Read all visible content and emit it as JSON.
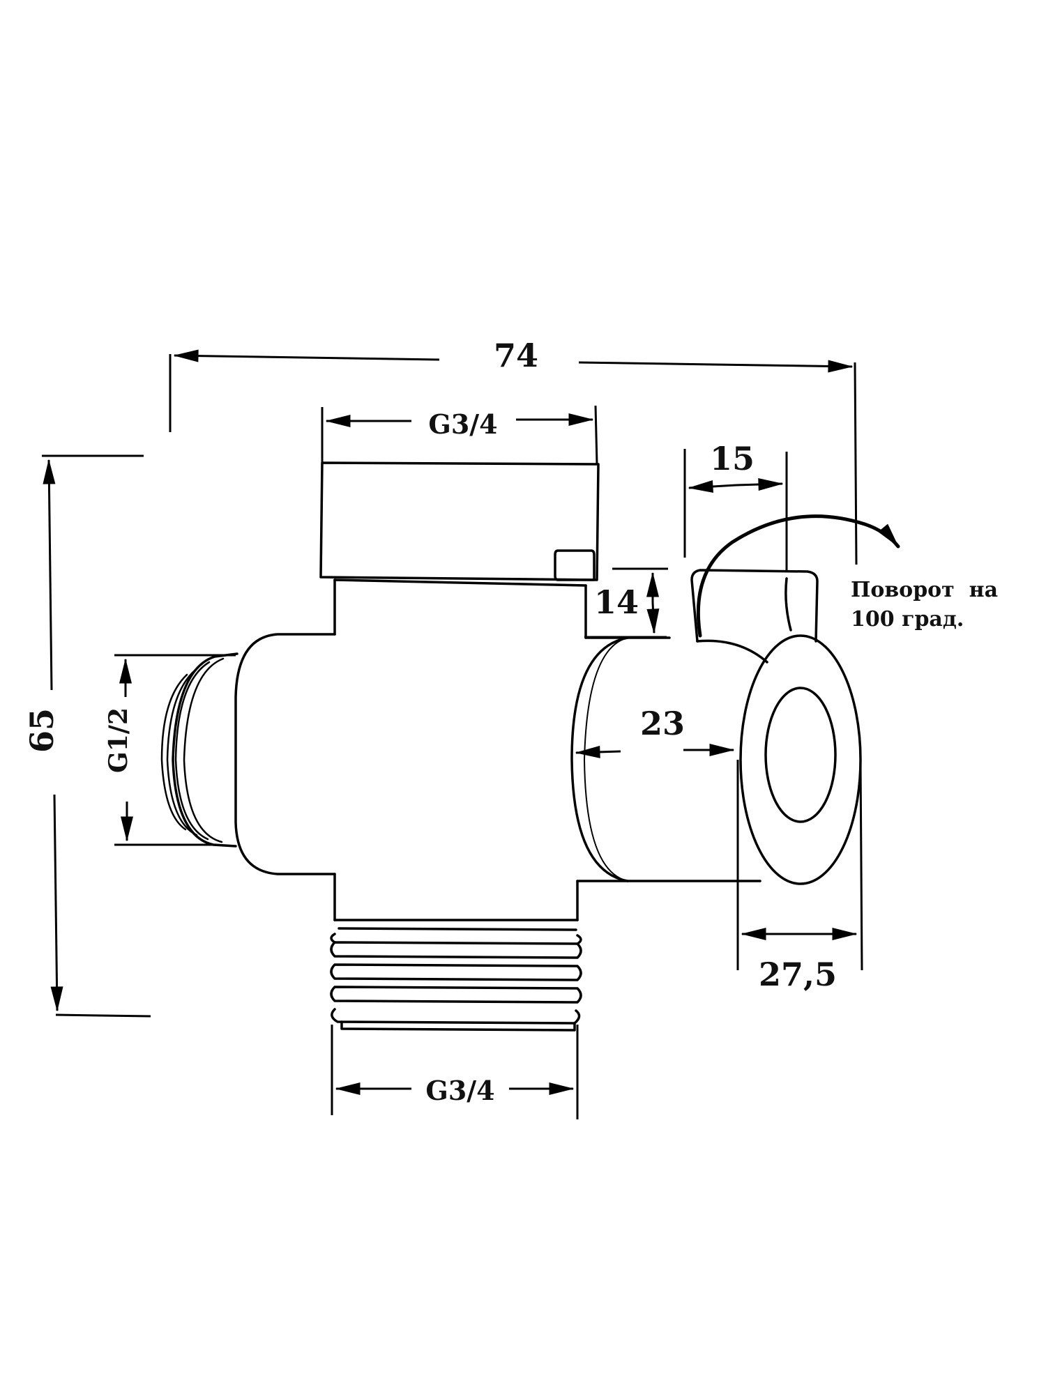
{
  "dimensions": {
    "overall_width": "74",
    "top_thread": "G3/4",
    "bottom_thread": "G3/4",
    "side_thread": "G1/2",
    "overall_height": "65",
    "lever_width": "15",
    "lever_height": "14",
    "body_depth": "23",
    "knob_width": "27,5"
  },
  "rotation_note": {
    "line1": "Поворот  на",
    "line2": "100 град."
  }
}
